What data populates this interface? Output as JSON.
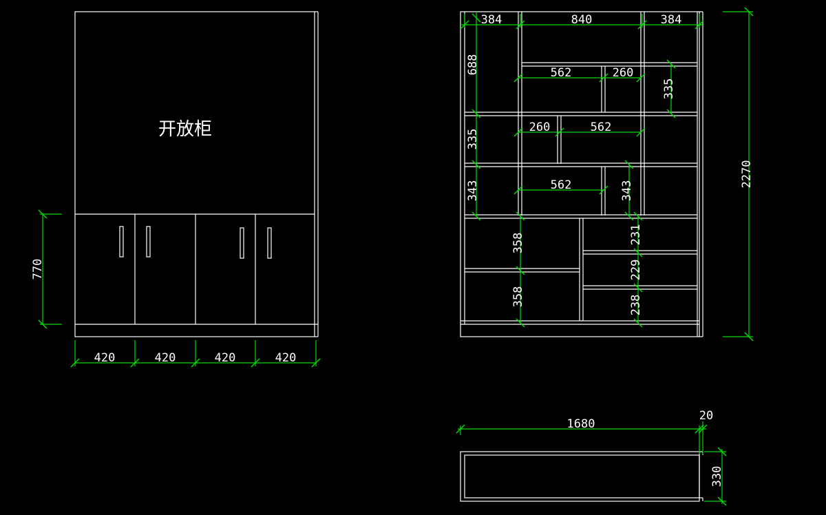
{
  "drawing": {
    "colors": {
      "background": "#000000",
      "geometry": "#ffffff",
      "dimension": "#00dd00"
    },
    "front_view": {
      "open_cabinet_label": "开放柜",
      "base_height": "770",
      "door_widths": [
        "420",
        "420",
        "420",
        "420"
      ]
    },
    "elevation": {
      "top_widths": [
        "384",
        "840",
        "384"
      ],
      "total_height": "2270",
      "shelf_dims": {
        "d688": "688",
        "d562a": "562",
        "d260a": "260",
        "d335a": "335",
        "d335b": "335",
        "d260b": "260",
        "d562b": "562",
        "d343a": "343",
        "d562c": "562",
        "d343b": "343",
        "d358a": "358",
        "d231": "231",
        "d229": "229",
        "d358b": "358",
        "d238": "238"
      }
    },
    "plan_view": {
      "width": "1680",
      "thickness": "20",
      "depth": "330"
    }
  }
}
